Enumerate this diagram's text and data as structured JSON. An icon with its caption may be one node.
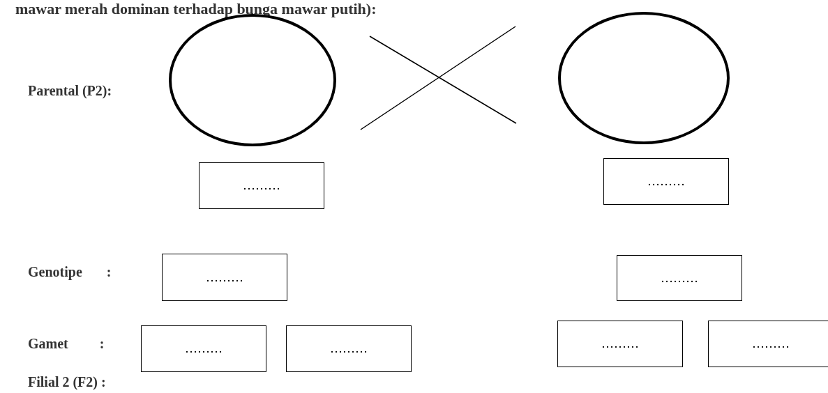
{
  "diagram": {
    "nodes": [
      {
        "text": [],
        "shape": "circle"
      },
      {
        "text": [],
        "shape": "circle"
      },
      {
        "text": [
          "………"
        ]
      },
      {
        "text": [
          "………"
        ]
      },
      {
        "text": [
          "………"
        ]
      },
      {
        "text": [
          "………"
        ]
      },
      {
        "text": [
          "………"
        ]
      },
      {
        "text": [
          "………"
        ]
      },
      {
        "text": [
          "………"
        ]
      },
      {
        "text": [
          "………"
        ]
      }
    ],
    "edges": [],
    "labels": [
      "mawar merah dominan terhadap bunga mawar putih):",
      "Parental (P2):",
      "Genotipe :",
      "Gamet :",
      "Filial 2 (F2) :"
    ]
  }
}
